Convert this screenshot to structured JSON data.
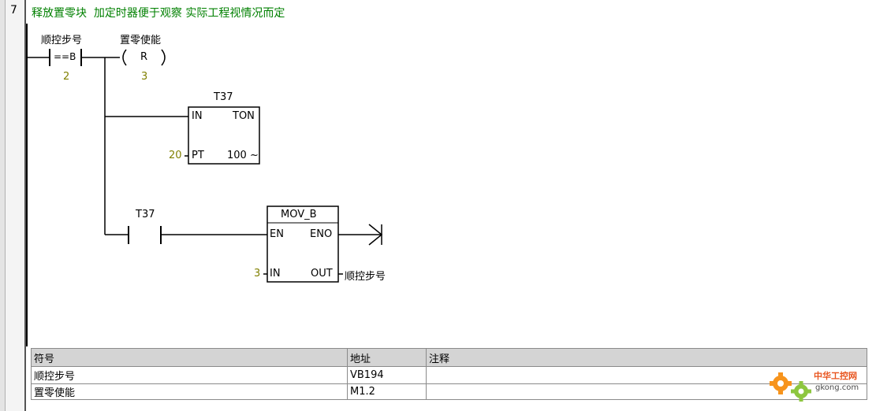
{
  "network": {
    "number": "7",
    "comment": "释放置零块  加定时器便于观察 实际工程视情况而定"
  },
  "compare": {
    "symbol": "顺控步号",
    "op": "==B",
    "value": "2"
  },
  "reset_coil": {
    "symbol": "置零使能",
    "op": "R",
    "count": "3"
  },
  "timer": {
    "name": "T37",
    "type": "TON",
    "in_label": "IN",
    "pt_label": "PT",
    "preset": "20",
    "resolution": "100 ~"
  },
  "contact": {
    "symbol": "T37"
  },
  "mov": {
    "title": "MOV_B",
    "en": "EN",
    "eno": "ENO",
    "in_label": "IN",
    "out_label": "OUT",
    "in_value": "3",
    "out_symbol": "顺控步号"
  },
  "symbol_table": {
    "headers": [
      "符号",
      "地址",
      "注释"
    ],
    "rows": [
      [
        "顺控步号",
        "VB194",
        ""
      ],
      [
        "置零使能",
        "M1.2",
        ""
      ]
    ]
  },
  "watermark": {
    "text": "中华工控网",
    "url": "gkong.com",
    "accent": "#f7941d",
    "accent2": "#8dc63f"
  }
}
